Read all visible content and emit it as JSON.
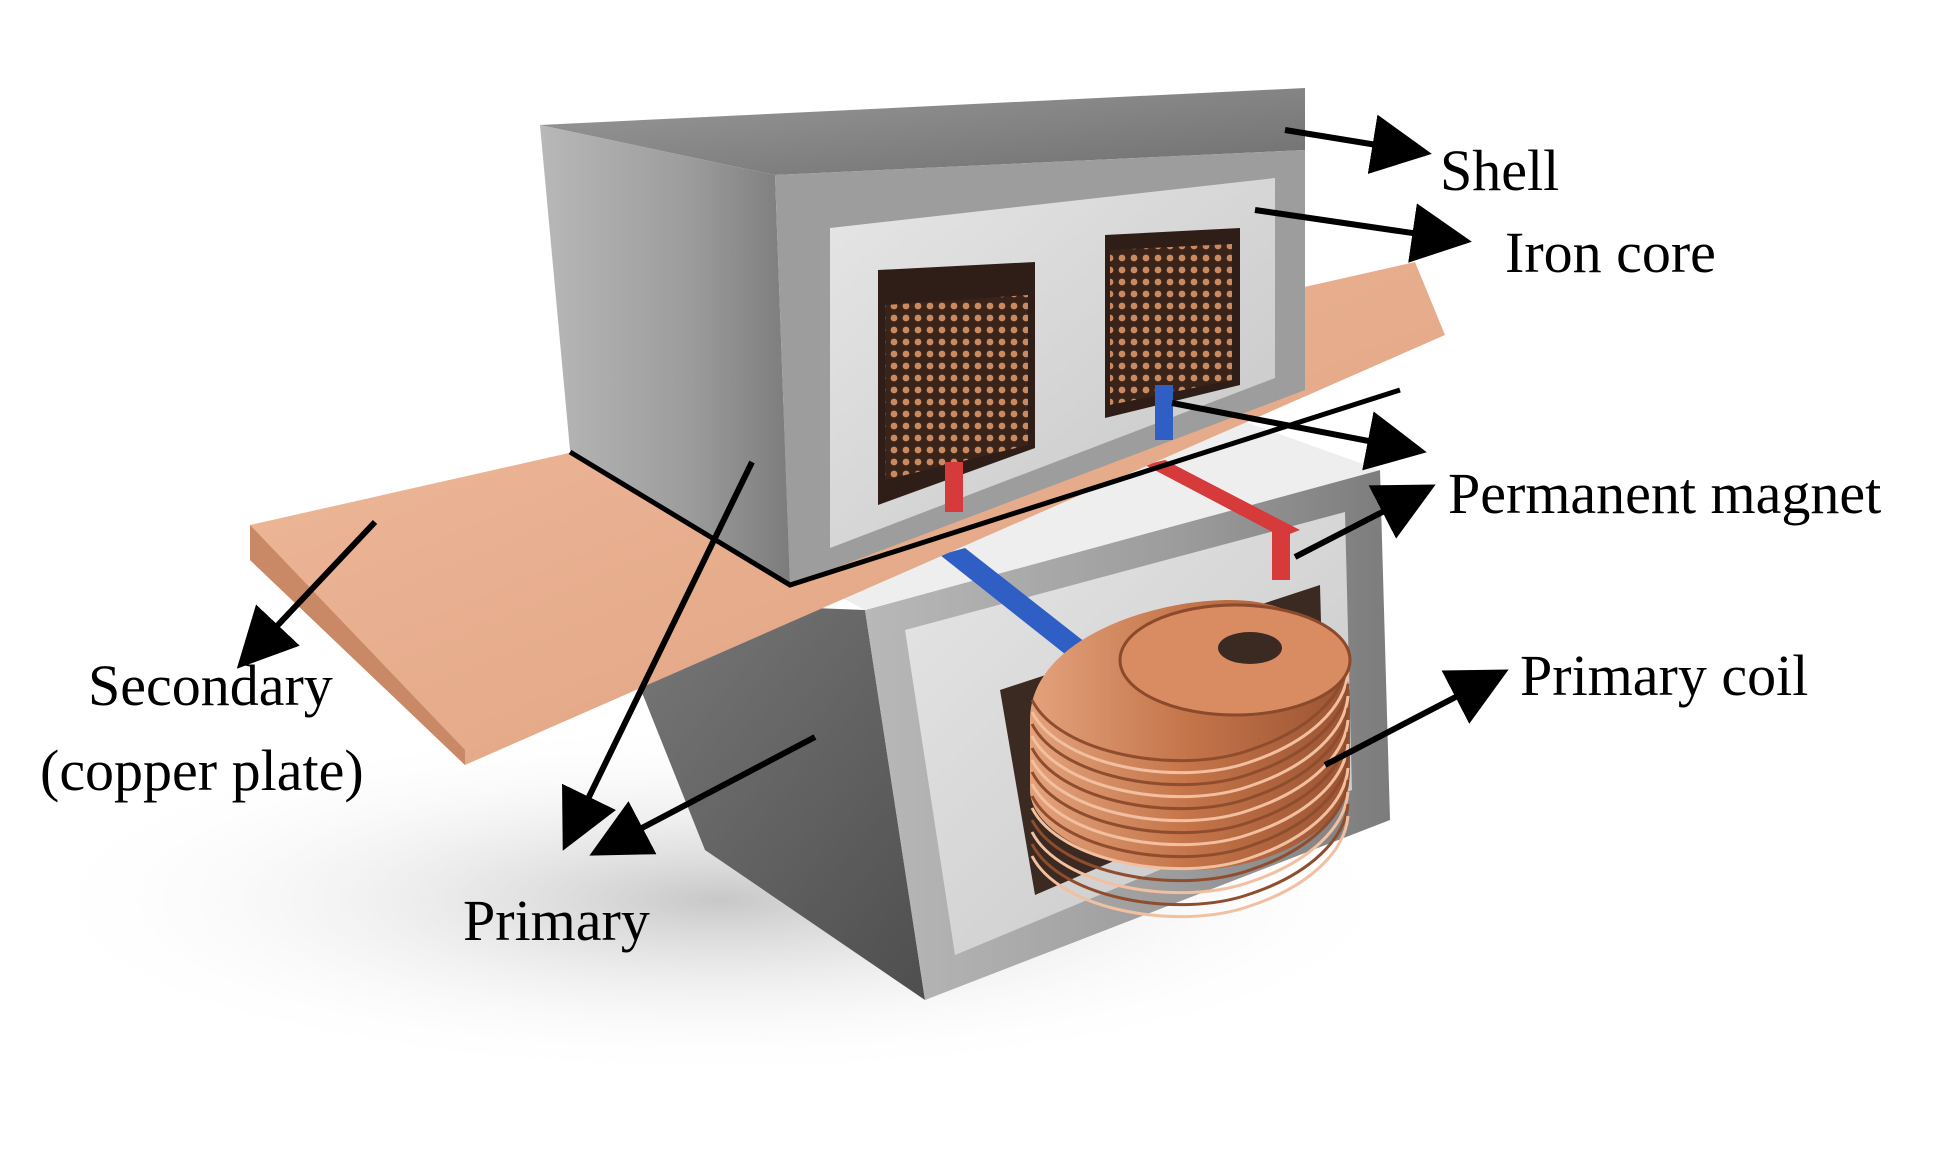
{
  "labels": {
    "shell": "Shell",
    "iron_core": "Iron core",
    "permanent_magnet": "Permanent magnet",
    "primary_coil": "Primary coil",
    "secondary_line1": "Secondary",
    "secondary_line2": "(copper plate)",
    "primary": "Primary"
  },
  "colors": {
    "shell": "#8f8f8f",
    "iron_core": "#d4d4d4",
    "copper_plate": "#e8ab8a",
    "coil": "#c9774e",
    "magnet_north": "#d63a3a",
    "magnet_south": "#2f5ec4",
    "arrow": "#000000"
  }
}
